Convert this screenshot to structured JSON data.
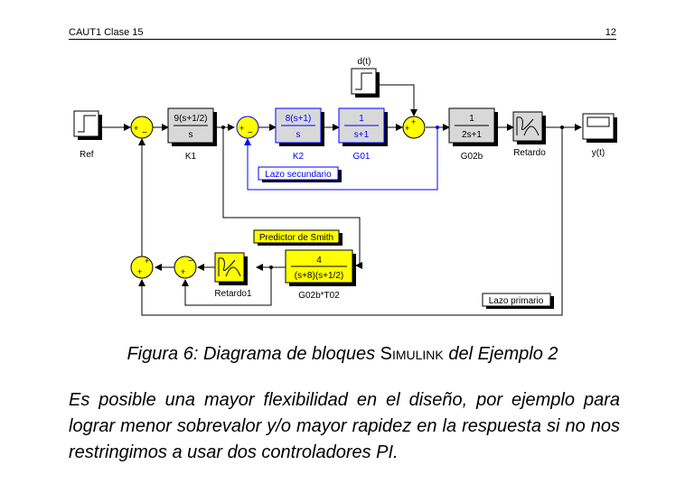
{
  "header": {
    "course": "CAUT1 Clase 15",
    "page_number": "12"
  },
  "diagram": {
    "blocks": {
      "ref": "Ref",
      "k1_num": "9(s+1/2)",
      "k1_den": "s",
      "k1_label": "K1",
      "k2_num": "8(s+1)",
      "k2_den": "s",
      "k2_label": "K2",
      "g01_num": "1",
      "g01_den": "s+1",
      "g01_label": "G01",
      "dist": "d(t)",
      "g02b_num": "1",
      "g02b_den": "2s+1",
      "g02b_label": "G02b",
      "retardo": "Retardo",
      "output": "y(t)",
      "smith_num": "4",
      "smith_den": "(s+8)(s+1/2)",
      "smith_label": "G02b*T02",
      "retardo1": "Retardo1"
    },
    "annotations": {
      "secondary_loop": "Lazo secundario",
      "primary_loop": "Lazo primario",
      "smith_predictor": "Predictor de Smith"
    }
  },
  "caption": {
    "prefix": "Figura 6: Diagrama de bloques ",
    "simulink": "Simulink",
    "suffix": " del Ejemplo 2"
  },
  "body": {
    "paragraph": "Es posible una mayor flexibilidad en el diseño, por ejemplo para lograr menor sobrevalor y/o mayor rapidez en la respuesta si no nos restringimos a usar dos controladores PI."
  },
  "colors": {
    "block_blue": "#0000ff",
    "sum_yellow": "#ffff00",
    "block_fill_gray": "#d8d8d8"
  }
}
